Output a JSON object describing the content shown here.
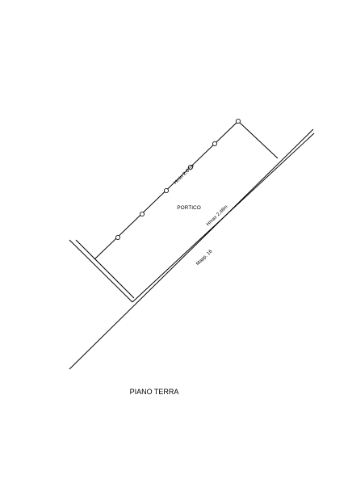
{
  "drawing": {
    "room_label": "PORTICO",
    "height_min": "Hmin 2,07m",
    "height_max": "Hmax 2,48m",
    "parcel_label": "Mapp. 16",
    "floor_title": "PIANO TERRA"
  },
  "colors": {
    "line": "#000000",
    "background": "#ffffff"
  }
}
